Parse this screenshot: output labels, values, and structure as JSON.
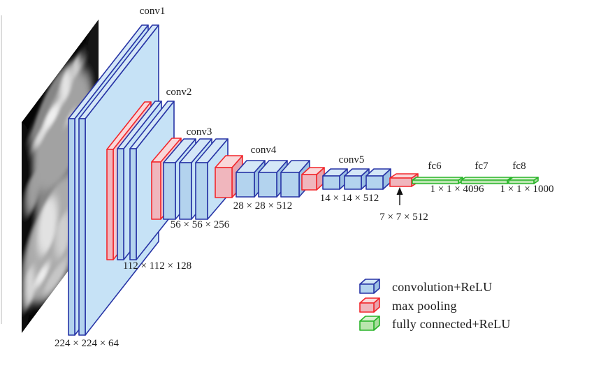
{
  "network": {
    "input_image": "ct-scan-slice",
    "stages": [
      {
        "label": "conv1",
        "dim": "224 × 224 × 64",
        "conv_layers": 2,
        "pool_before": false
      },
      {
        "label": "conv2",
        "dim": "112 × 112 × 128",
        "conv_layers": 2,
        "pool_before": true
      },
      {
        "label": "conv3",
        "dim": "56 × 56 × 256",
        "conv_layers": 3,
        "pool_before": true
      },
      {
        "label": "conv4",
        "dim": "28 × 28 × 512",
        "conv_layers": 3,
        "pool_before": true
      },
      {
        "label": "conv5",
        "dim": "14 × 14 × 512",
        "conv_layers": 3,
        "pool_before": true
      }
    ],
    "final_pool_dim": "7 × 7 × 512",
    "fc_layers": [
      {
        "label": "fc6"
      },
      {
        "label": "fc7"
      },
      {
        "label": "fc8"
      }
    ],
    "fc_dims": [
      "1 × 1 × 4096",
      "1 × 1 × 1000"
    ]
  },
  "legend": {
    "items": [
      {
        "type": "conv",
        "label": "convolution+ReLU"
      },
      {
        "type": "pool",
        "label": "max pooling"
      },
      {
        "type": "fc",
        "label": "fully connected+ReLU"
      }
    ]
  },
  "colors": {
    "conv_border": "#2734a6",
    "conv_front": "#b3d3ee",
    "conv_top": "#d4e7f7",
    "conv_side": "#9dc1e4",
    "conv_side_big": "#c6e2f6",
    "pool_border": "#f2262b",
    "pool_front": "#f0b6bd",
    "pool_top": "#f9d8da",
    "pool_side": "#e8a3ad",
    "pool_side_big": "#f4c6cc",
    "fc_border": "#28b428",
    "fc_front": "#b9e6ae",
    "fc_top": "#d9f3d0",
    "fc_side": "#a9dc9e",
    "text": "#1c1c1c",
    "background": "#ffffff"
  }
}
